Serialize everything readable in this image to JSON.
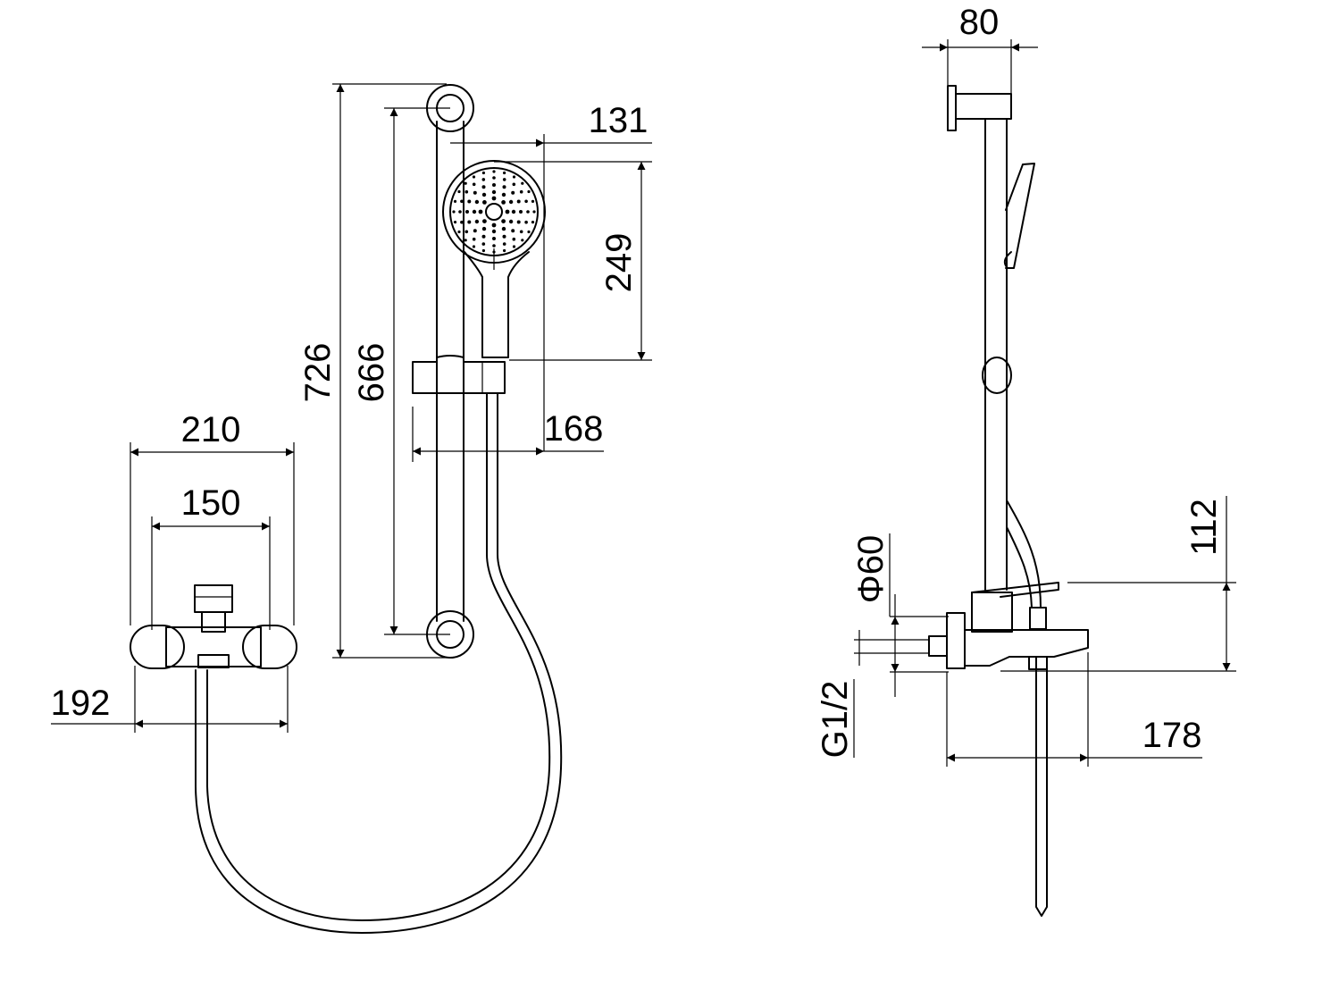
{
  "drawing": {
    "front_view": {
      "dimensions": {
        "d210": "210",
        "d150": "150",
        "d192": "192",
        "d726": "726",
        "d666": "666",
        "d131": "131",
        "d249": "249",
        "d168": "168"
      }
    },
    "side_view": {
      "dimensions": {
        "d80": "80",
        "d112": "112",
        "d60": "Φ60",
        "thread": "G1/2",
        "d178": "178"
      }
    }
  }
}
